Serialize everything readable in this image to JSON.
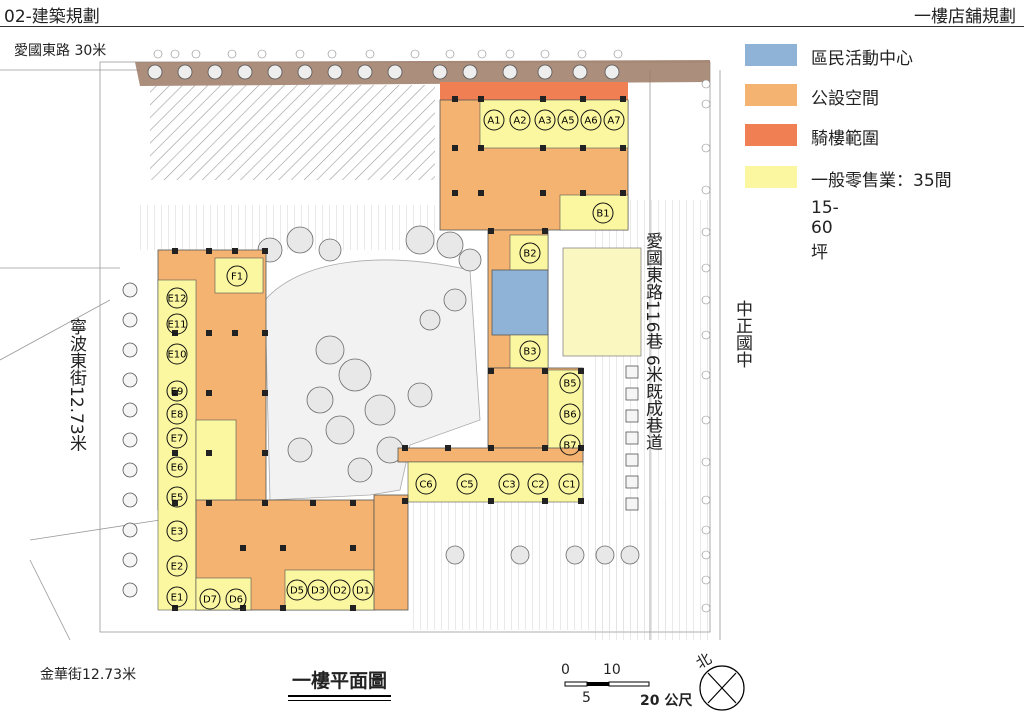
{
  "header": {
    "section": "02-建築規劃",
    "page_title": "一樓店舖規劃"
  },
  "roads": {
    "north": "愛國東路 30米",
    "west": "寧波東街12.73米",
    "east_lane": "愛國東路116巷 6米既成巷道",
    "south": "金華街12.73米",
    "school": "中正國中"
  },
  "legend": {
    "items": [
      {
        "label": "區民活動中心",
        "color": "#8fb3d6"
      },
      {
        "label": "公設空間",
        "color": "#f4b370"
      },
      {
        "label": "騎樓範圍",
        "color": "#f08054"
      },
      {
        "label": "一般零售業：35間",
        "color": "#fbf7a0"
      }
    ],
    "note": "15-60坪"
  },
  "plan_title": "一樓平面圖",
  "scale": {
    "labels": [
      "0",
      "10",
      "5",
      "20 公尺"
    ]
  },
  "north_arrow": "北",
  "stores": {
    "A": [
      "A1",
      "A2",
      "A3",
      "A5",
      "A6",
      "A7"
    ],
    "B": [
      "B1",
      "B2",
      "B3",
      "B5",
      "B6",
      "B7"
    ],
    "C": [
      "C6",
      "C5",
      "C3",
      "C2",
      "C1"
    ],
    "D": [
      "D7",
      "D6",
      "D5",
      "D3",
      "D2",
      "D1"
    ],
    "E": [
      "E12",
      "E11",
      "E10",
      "E9",
      "E8",
      "E7",
      "E6",
      "E5",
      "E3",
      "E2",
      "E1"
    ],
    "F": [
      "F1"
    ]
  },
  "colors": {
    "community": "#8fb3d6",
    "public": "#f4b370",
    "arcade": "#f08054",
    "retail": "#fbf7a0",
    "brown_band": "#9d7a66"
  }
}
